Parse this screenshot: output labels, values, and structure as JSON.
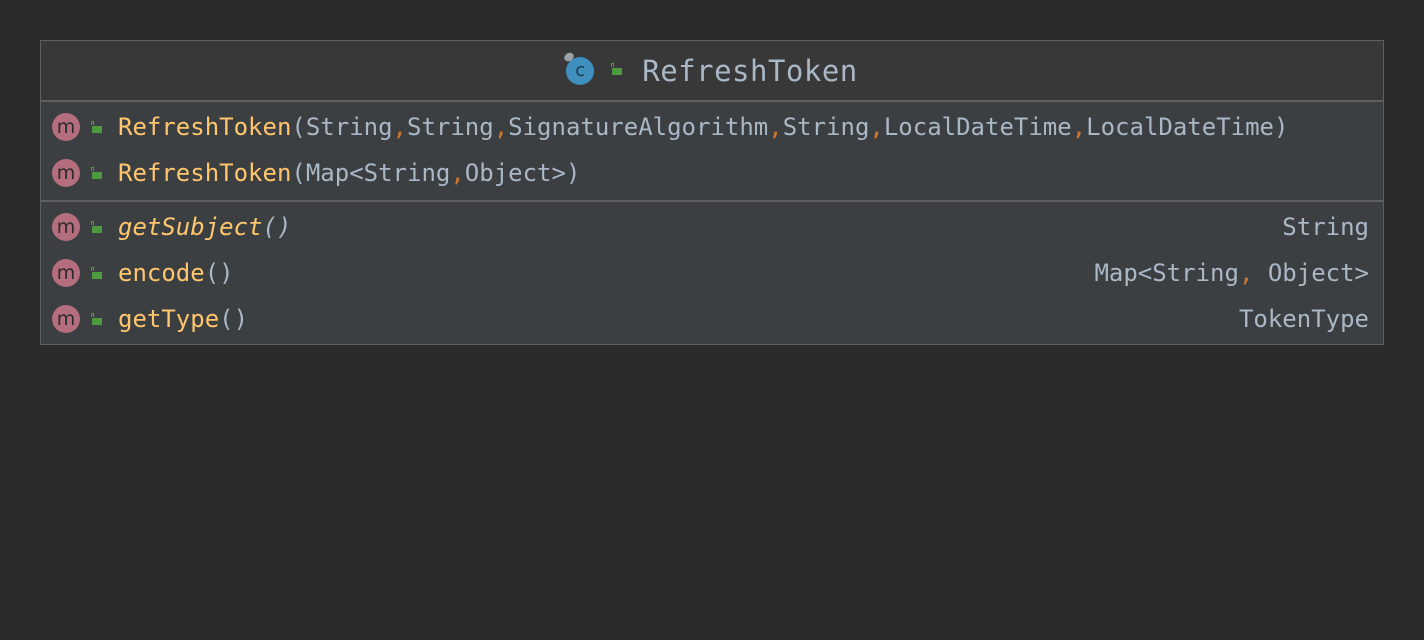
{
  "class": {
    "name": "RefreshToken",
    "icon": "class-icon",
    "visibility_icon": "public-lock-icon"
  },
  "constructors": [
    {
      "name": "RefreshToken",
      "params": [
        "String",
        "String",
        "SignatureAlgorithm ",
        "String",
        "LocalDateTime",
        "LocalDateTime"
      ]
    },
    {
      "name": "RefreshToken",
      "params": [
        "Map<String",
        "Object>"
      ]
    }
  ],
  "methods": [
    {
      "name": "getSubject",
      "italic": true,
      "params": [],
      "return_type": "String"
    },
    {
      "name": "encode",
      "italic": false,
      "params": [],
      "return_type_parts": [
        "Map<String",
        "Object>"
      ]
    },
    {
      "name": "getType",
      "italic": false,
      "params": [],
      "return_type": "TokenType"
    }
  ],
  "colors": {
    "background": "#2b2b2b",
    "body": "#3c3f41",
    "header": "#383838",
    "border": "#5e6060",
    "method_name": "#ffc66d",
    "text": "#a9b7c6",
    "comma": "#cc7832",
    "method_icon": "#b56e7d",
    "class_icon": "#3f8fbf",
    "lock_icon": "#4e9a3e"
  },
  "icon_labels": {
    "method": "m",
    "class": "c"
  },
  "punct": {
    "open": "(",
    "close": ")",
    "empty": "()",
    "sep": ", "
  }
}
